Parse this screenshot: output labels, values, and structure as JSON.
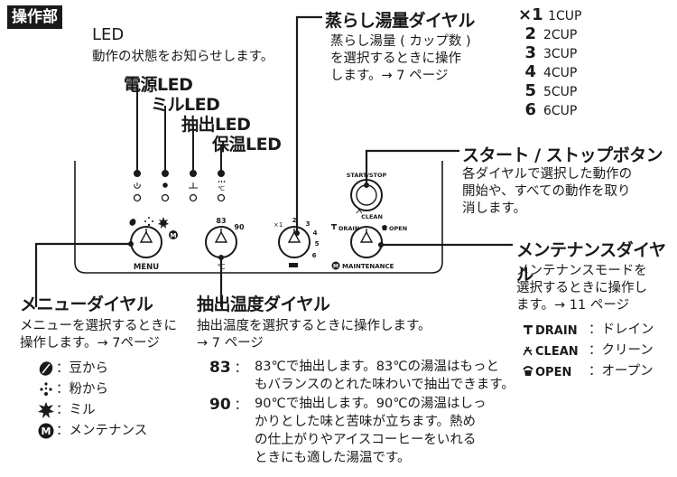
{
  "section_tag": "操作部",
  "led": {
    "title": "LED",
    "desc": "動作の状態をお知らせします。",
    "labels": [
      "電源LED",
      "ミルLED",
      "抽出LED",
      "保温LED"
    ]
  },
  "steam_dial": {
    "title": "蒸らし湯量ダイヤル",
    "desc": [
      "蒸らし湯量 ( カップ数 )",
      "を選択するときに操作",
      "します。→ 7 ページ"
    ]
  },
  "cup_list": {
    "prefix": "×",
    "items": [
      {
        "num": "1",
        "label": "1CUP"
      },
      {
        "num": "2",
        "label": "2CUP"
      },
      {
        "num": "3",
        "label": "3CUP"
      },
      {
        "num": "4",
        "label": "4CUP"
      },
      {
        "num": "5",
        "label": "5CUP"
      },
      {
        "num": "6",
        "label": "6CUP"
      }
    ]
  },
  "start_stop": {
    "title": "スタート / ストップボタン",
    "desc": [
      "各ダイヤルで選択した動作の",
      "開始や、すべての動作を取り",
      "消します。"
    ]
  },
  "maintenance": {
    "title": "メンテナンスダイヤル",
    "desc": [
      "メンテナンスモードを",
      "選択するときに操作し",
      "ます。→ 11 ページ"
    ],
    "items": [
      {
        "key": "DRAIN",
        "label": "：ドレイン"
      },
      {
        "key": "CLEAN",
        "label": "：クリーン"
      },
      {
        "key": "OPEN",
        "label": "：オープン"
      }
    ]
  },
  "menu_dial": {
    "title": "メニューダイヤル",
    "desc": [
      "メニューを選択するときに",
      "操作します。→ 7ページ"
    ],
    "items": [
      "：豆から",
      "：粉から",
      "：ミル",
      "：メンテナンス"
    ]
  },
  "temp_dial": {
    "title": "抽出温度ダイヤル",
    "desc": [
      "抽出温度を選択するときに操作します。",
      "→ 7 ページ"
    ],
    "options": [
      {
        "num": "83",
        "sep": "：",
        "lines": [
          "83℃で抽出します。83℃の湯温はもっと",
          "もバランスのとれた味わいで抽出できます。"
        ]
      },
      {
        "num": "90",
        "sep": "：",
        "lines": [
          "90℃で抽出します。90℃の湯温はしっ",
          "かりとした味と苦味が立ちます。熱め",
          "の仕上がりやアイスコーヒーをいれる",
          "ときにも適した湯温です。"
        ]
      }
    ]
  },
  "panel": {
    "menu_label": "MENU",
    "temp_unit": "℃",
    "temp_83": "83",
    "temp_90": "90",
    "start_label": "START/STOP",
    "clean_label": "CLEAN",
    "drain_label": "DRAIN",
    "open_label": "OPEN",
    "maint_label": "MAINTENANCE",
    "cup_x1": "×1",
    "cup_nums": [
      "2",
      "3",
      "4",
      "5",
      "6"
    ],
    "m_badge": "M"
  }
}
